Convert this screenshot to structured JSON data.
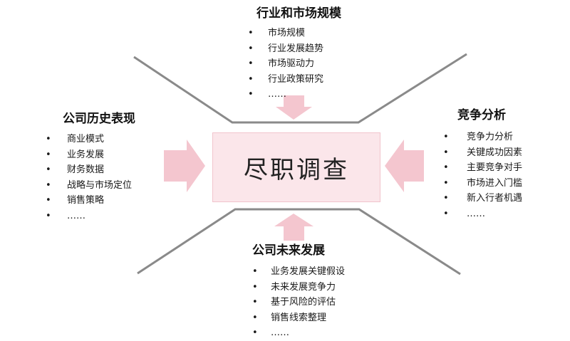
{
  "center": {
    "label": "尽职调查"
  },
  "bullet": "•",
  "top": {
    "title": "行业和市场规模",
    "items": [
      "市场规模",
      "行业发展趋势",
      "市场驱动力",
      "行业政策研究",
      "……"
    ]
  },
  "left": {
    "title": "公司历史表现",
    "items": [
      "商业模式",
      "业务发展",
      "财务数据",
      "战略与市场定位",
      "销售策略",
      "……"
    ]
  },
  "right": {
    "title": "竞争分析",
    "items": [
      "竞争力分析",
      "关键成功因素",
      "主要竞争对手",
      "市场进入门槛",
      "新入行者机遇",
      "……"
    ]
  },
  "bottom": {
    "title": "公司未来发展",
    "items": [
      "业务发展关键假设",
      "未来发展竞争力",
      "基于风险的评估",
      "销售线索整理",
      "……"
    ]
  },
  "colors": {
    "arrow": "#f4c6cf",
    "line": "#8a8a8a",
    "center_fill": "#fbe6ea"
  }
}
